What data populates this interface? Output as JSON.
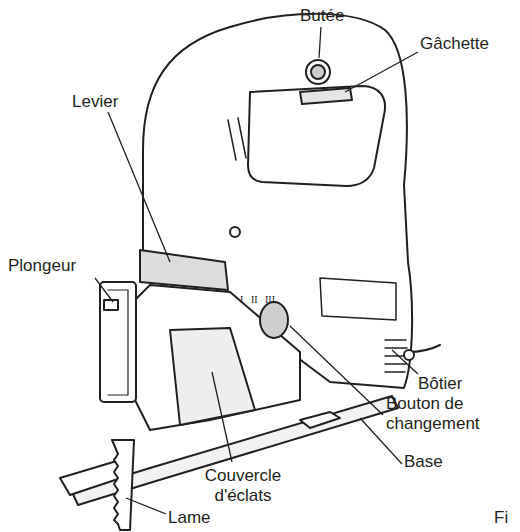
{
  "diagram": {
    "labels": [
      "Butée",
      "Gâchette",
      "Levier",
      "Plongeur",
      "Bôtier",
      "Bouton de changement",
      "Base",
      "Couvercle d'éclats",
      "Lame",
      "I",
      "II",
      "III",
      "Fi"
    ]
  }
}
